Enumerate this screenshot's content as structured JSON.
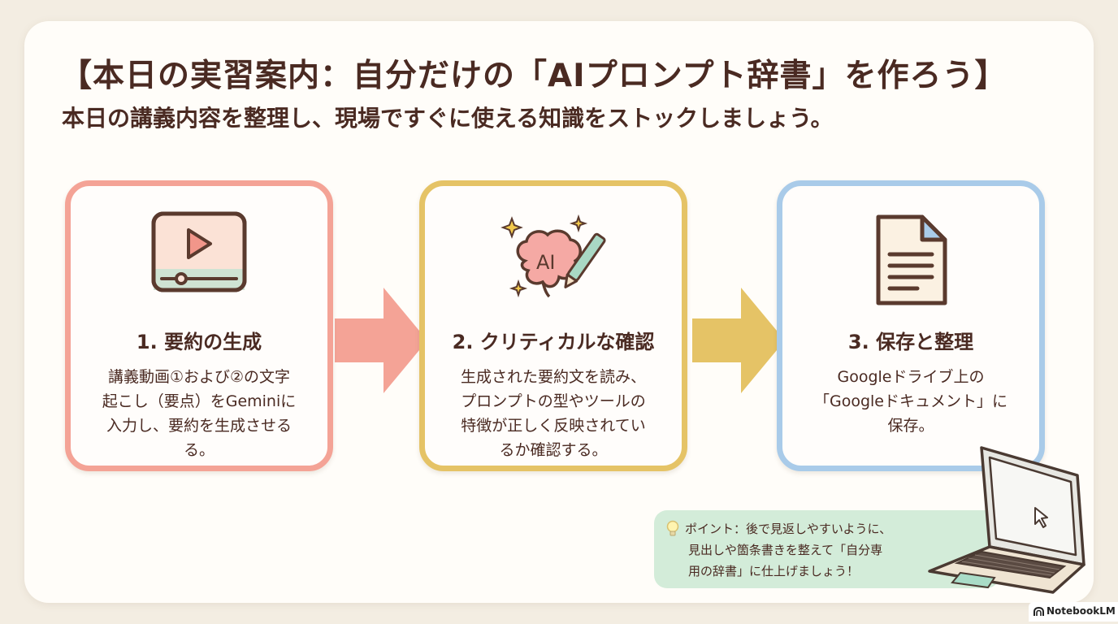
{
  "header": {
    "title": "【本日の実習案内：自分だけの「AIプロンプト辞書」を作ろう】",
    "subtitle": "本日の講義内容を整理し、現場ですぐに使える知識をストックしましょう。"
  },
  "steps": [
    {
      "title": "1. 要約の生成",
      "lines": [
        "講義動画①および②の文字",
        "起こし（要点）をGeminiに",
        "入力し、要約を生成させる",
        "る。"
      ],
      "icon": "video-player-icon",
      "color": "#f4a396"
    },
    {
      "title": "2. クリティカルな確認",
      "lines": [
        "生成された要約文を読み、",
        "プロンプトの型やツールの",
        "特徴が正しく反映されてい",
        "るか確認する。"
      ],
      "icon": "ai-brain-pen-icon",
      "icon_text": "AI",
      "color": "#e5c366"
    },
    {
      "title": "3. 保存と整理",
      "lines": [
        "Googleドライブ上の",
        "「Googleドキュメント」に",
        "保存。"
      ],
      "icon": "document-icon",
      "color": "#a9cbe9"
    }
  ],
  "tip": {
    "lines": [
      "ポイント：後で見返しやすいように、",
      "見出しや箇条書きを整えて「自分専",
      "用の辞書」に仕上げましょう！"
    ],
    "icon": "lightbulb-icon",
    "color": "#d3ecd9"
  },
  "badge": {
    "text": "NotebookLM"
  }
}
